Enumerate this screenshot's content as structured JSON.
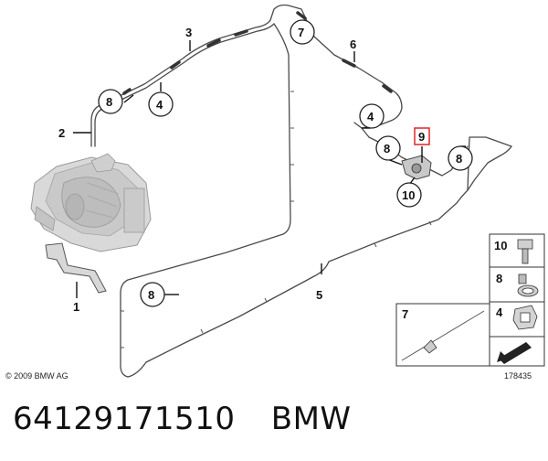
{
  "copyright": "© 2009 BMW AG",
  "figure_number": "178435",
  "part_number": "64129171510",
  "brand": "BMW",
  "callouts": {
    "c1": "1",
    "c2": "2",
    "c3": "3",
    "c4a": "4",
    "c4b": "4",
    "c5": "5",
    "c6": "6",
    "c7": "7",
    "c8a": "8",
    "c8b": "8",
    "c8c": "8",
    "c8d": "8",
    "c9": "9",
    "c10": "10"
  },
  "legend": {
    "item10": "10",
    "item8": "8",
    "item4": "4",
    "item7": "7"
  },
  "colors": {
    "highlight": "#e0242c",
    "line": "#4a4a4a"
  }
}
